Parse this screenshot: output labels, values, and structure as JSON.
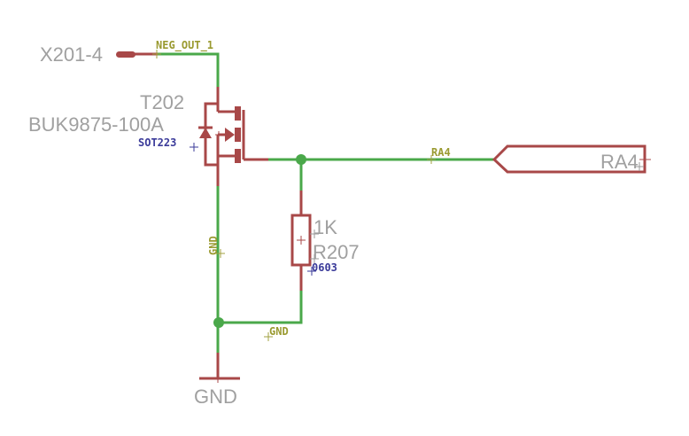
{
  "schematic": {
    "connector": {
      "label": "X201-4"
    },
    "transistor": {
      "name": "T202",
      "value": "BUK9875-100A",
      "package": "SOT223"
    },
    "resistor": {
      "value": "1K",
      "name": "R207",
      "package": "0603"
    },
    "ground_symbol": {
      "label": "GND"
    },
    "port": {
      "label": "RA4"
    },
    "nets": {
      "neg_out": "NEG_OUT_1",
      "ra4": "RA4",
      "gnd_vertical": "GND",
      "gnd_horizontal": "GND"
    },
    "colors": {
      "net_wire": "#4aa84a",
      "symbol": "#a84848",
      "name_text": "#a0a0a0",
      "net_label": "#9a9a30",
      "package_text": "#3b3b9a"
    }
  }
}
